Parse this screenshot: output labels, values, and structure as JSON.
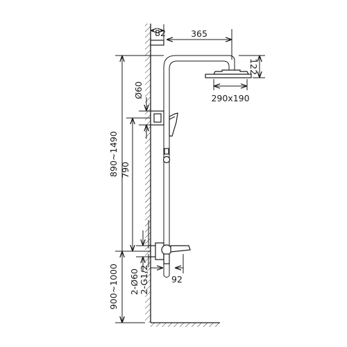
{
  "dimensions": {
    "wall_gap": "82",
    "arm_length": "365",
    "head_height": "122",
    "head_size": "290x190",
    "upper_pipe_diameter": "Ø60",
    "total_height": "890~1490",
    "connection_height": "790",
    "lower_pipe_diameter": "2-Ø60",
    "thread_size": "2-G1/2",
    "floor_height": "900~1000",
    "spout_length": "92"
  },
  "colors": {
    "line": "#1a1a1a",
    "background": "#ffffff"
  }
}
